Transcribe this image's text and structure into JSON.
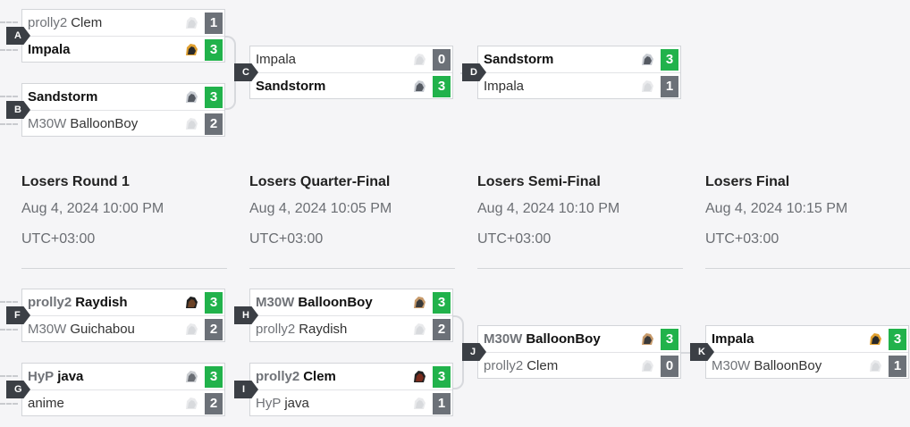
{
  "upper_matches": [
    {
      "id": "A",
      "label": "A",
      "teams": [
        {
          "tag": "prolly2",
          "name": "Clem",
          "score": "1",
          "win": false,
          "logo": "clem-logo-icon"
        },
        {
          "tag": "",
          "name": "Impala",
          "score": "3",
          "win": true,
          "logo": "impala-logo-icon"
        }
      ]
    },
    {
      "id": "B",
      "label": "B",
      "teams": [
        {
          "tag": "",
          "name": "Sandstorm",
          "score": "3",
          "win": true,
          "logo": "sandstorm-logo-icon"
        },
        {
          "tag": "M30W",
          "name": "BalloonBoy",
          "score": "2",
          "win": false,
          "logo": "balloonboy-logo-icon"
        }
      ]
    },
    {
      "id": "C",
      "label": "C",
      "teams": [
        {
          "tag": "",
          "name": "Impala",
          "score": "0",
          "win": false,
          "logo": "impala-logo-icon"
        },
        {
          "tag": "",
          "name": "Sandstorm",
          "score": "3",
          "win": true,
          "logo": "sandstorm-logo-icon"
        }
      ]
    },
    {
      "id": "D",
      "label": "D",
      "teams": [
        {
          "tag": "",
          "name": "Sandstorm",
          "score": "3",
          "win": true,
          "logo": "sandstorm-logo-icon"
        },
        {
          "tag": "",
          "name": "Impala",
          "score": "1",
          "win": false,
          "logo": "impala-logo-icon"
        }
      ]
    }
  ],
  "rounds": [
    {
      "title": "Losers Round 1",
      "date": "Aug 4, 2024 10:00 PM",
      "tz": "UTC+03:00"
    },
    {
      "title": "Losers Quarter-Final",
      "date": "Aug 4, 2024 10:05 PM",
      "tz": "UTC+03:00"
    },
    {
      "title": "Losers Semi-Final",
      "date": "Aug 4, 2024 10:10 PM",
      "tz": "UTC+03:00"
    },
    {
      "title": "Losers Final",
      "date": "Aug 4, 2024 10:15 PM",
      "tz": "UTC+03:00"
    }
  ],
  "lower_matches": [
    {
      "id": "F",
      "label": "F",
      "teams": [
        {
          "tag": "prolly2",
          "name": "Raydish",
          "score": "3",
          "win": true,
          "logo": "raydish-logo-icon"
        },
        {
          "tag": "M30W",
          "name": "Guichabou",
          "score": "2",
          "win": false,
          "logo": "guichabou-logo-icon"
        }
      ]
    },
    {
      "id": "G",
      "label": "G",
      "teams": [
        {
          "tag": "HyP",
          "name": "java",
          "score": "3",
          "win": true,
          "logo": "java-logo-icon"
        },
        {
          "tag": "",
          "name": "anime",
          "score": "2",
          "win": false,
          "logo": "anime-logo-icon"
        }
      ]
    },
    {
      "id": "H",
      "label": "H",
      "teams": [
        {
          "tag": "M30W",
          "name": "BalloonBoy",
          "score": "3",
          "win": true,
          "logo": "balloonboy-logo-icon"
        },
        {
          "tag": "prolly2",
          "name": "Raydish",
          "score": "2",
          "win": false,
          "logo": "raydish-logo-icon"
        }
      ]
    },
    {
      "id": "I",
      "label": "I",
      "teams": [
        {
          "tag": "prolly2",
          "name": "Clem",
          "score": "3",
          "win": true,
          "logo": "clem-logo-icon"
        },
        {
          "tag": "HyP",
          "name": "java",
          "score": "1",
          "win": false,
          "logo": "java-logo-icon"
        }
      ]
    },
    {
      "id": "J",
      "label": "J",
      "teams": [
        {
          "tag": "M30W",
          "name": "BalloonBoy",
          "score": "3",
          "win": true,
          "logo": "balloonboy-logo-icon"
        },
        {
          "tag": "prolly2",
          "name": "Clem",
          "score": "0",
          "win": false,
          "logo": "clem-logo-icon"
        }
      ]
    },
    {
      "id": "K",
      "label": "K",
      "teams": [
        {
          "tag": "",
          "name": "Impala",
          "score": "3",
          "win": true,
          "logo": "impala-logo-icon"
        },
        {
          "tag": "M30W",
          "name": "BalloonBoy",
          "score": "1",
          "win": false,
          "logo": "balloonboy-logo-icon"
        }
      ]
    }
  ],
  "colors": {
    "win_score": "#21b24b",
    "loss_score": "#6c7178",
    "label_bg": "#3b3f45"
  }
}
